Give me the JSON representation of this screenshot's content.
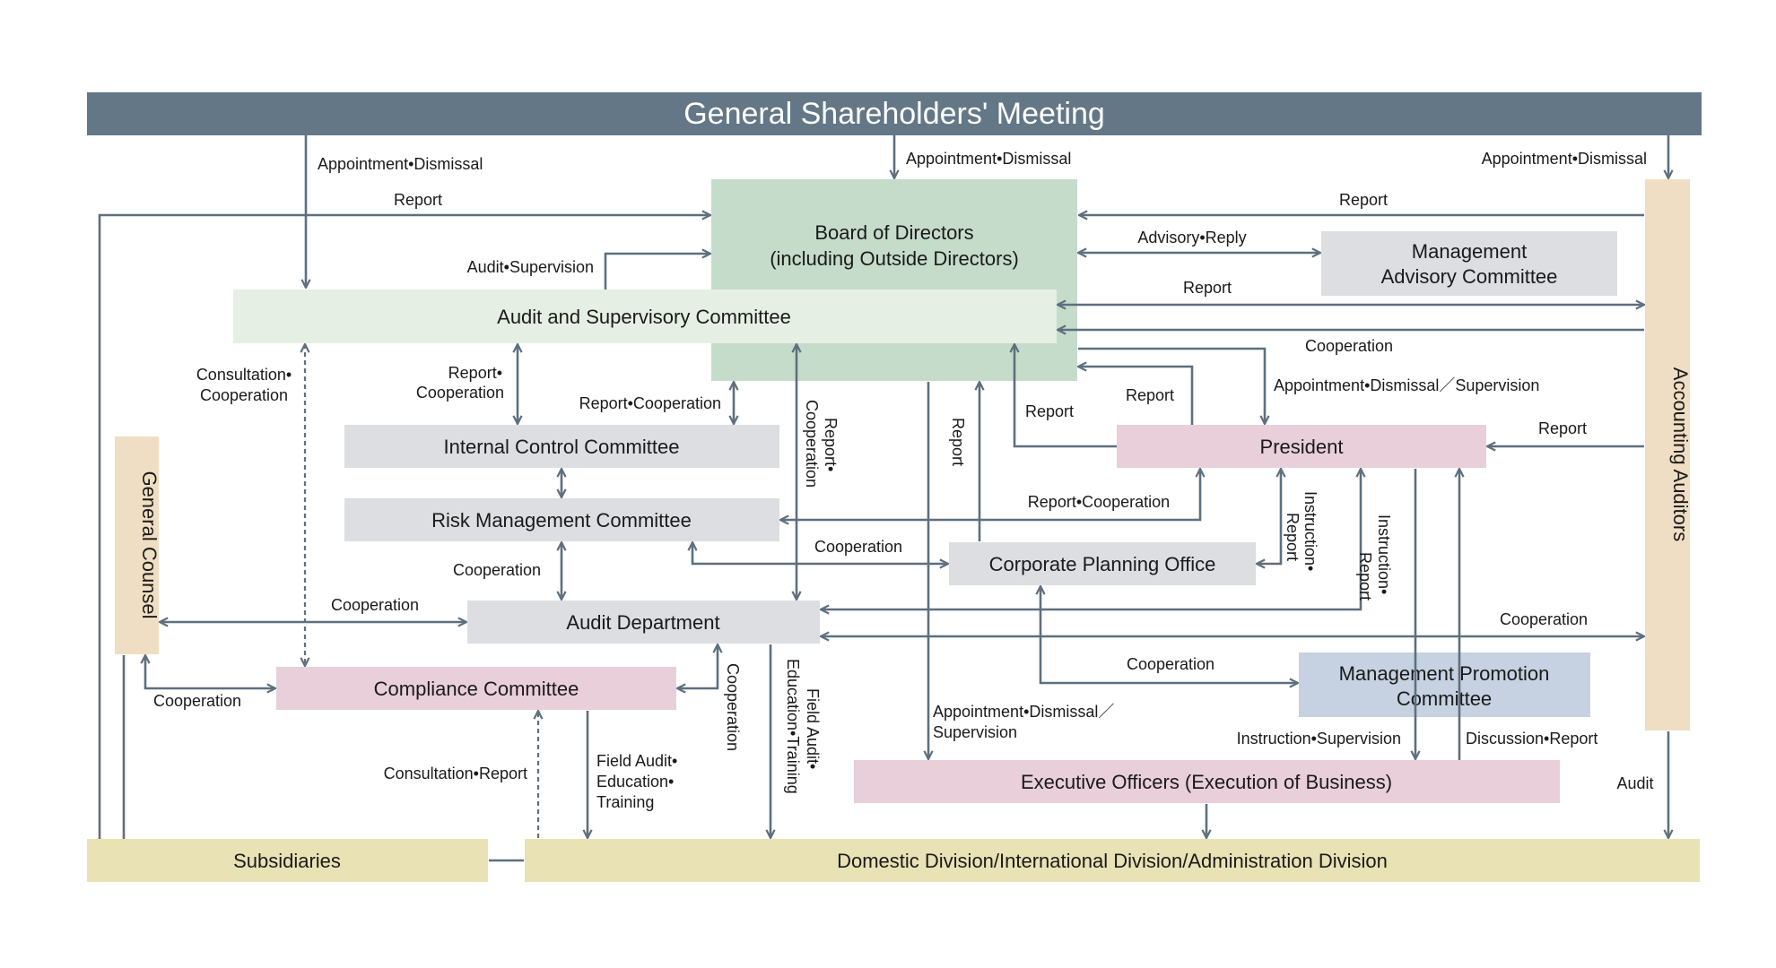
{
  "colors": {
    "header": "#637786",
    "board": "#c5dccb",
    "audit_committee": "#e6efe4",
    "gray_box": "#dcdee1",
    "pink_box": "#e8cfd9",
    "blue_box": "#c6d1e1",
    "tan_box": "#efdec3",
    "olive_box": "#e8e2b4",
    "arrow": "#5e6f7e"
  },
  "boxes": {
    "shareholders": "General Shareholders' Meeting",
    "board_line1": "Board of Directors",
    "board_line2": "(including Outside Directors)",
    "advisory_line1": "Management",
    "advisory_line2": "Advisory Committee",
    "audit_committee": "Audit and Supervisory Committee",
    "internal_control": "Internal Control Committee",
    "risk_management": "Risk Management Committee",
    "president": "President",
    "corporate_planning": "Corporate Planning Office",
    "audit_department": "Audit Department",
    "compliance": "Compliance Committee",
    "mgmt_promotion_line1": "Management Promotion",
    "mgmt_promotion_line2": "Committee",
    "executive_officers": "Executive Officers (Execution of Business)",
    "general_counsel": "General Counsel",
    "accounting_auditors": "Accounting Auditors",
    "subsidiaries": "Subsidiaries",
    "divisions": "Domestic Division/International Division/Administration Division"
  },
  "labels": {
    "appt_left": "Appointment•Dismissal",
    "appt_center": "Appointment•Dismissal",
    "appt_right": "Appointment•Dismissal",
    "report_top_left": "Report",
    "report_top_right": "Report",
    "audit_supervision": "Audit•Supervision",
    "advisory_reply": "Advisory•Reply",
    "report_accounting": "Report",
    "cooperation_accounting": "Cooperation",
    "appt_dismissal_supervision": "Appointment•Dismissal／Supervision",
    "consultation_coop_1": "Consultation•",
    "consultation_coop_2": "Cooperation",
    "report_coop_a1": "Report•",
    "report_coop_a2": "Cooperation",
    "report_coop_b": "Report•Cooperation",
    "report_coop_vertical_1": "Report•",
    "report_coop_vertical_2": "Cooperation",
    "report_vertical": "Report",
    "report_president_left": "Report",
    "report_president_up": "Report",
    "report_accounting_president": "Report",
    "report_coop_risk": "Report•Cooperation",
    "cooperation_risk_audit": "Cooperation",
    "cooperation_risk_cpo": "Cooperation",
    "instruction_report_1a": "Instruction•",
    "instruction_report_1b": "Report",
    "instruction_report_2a": "Instruction•",
    "instruction_report_2b": "Report",
    "cooperation_counsel": "Cooperation",
    "cooperation_audit_accounting": "Cooperation",
    "cooperation_cpo_mpc": "Cooperation",
    "cooperation_compliance_left": "Cooperation",
    "cooperation_vertical": "Cooperation",
    "field_audit_a1": "Field Audit•",
    "field_audit_a2": "Education•",
    "field_audit_a3": "Training",
    "field_audit_b1": "Field Audit•",
    "field_audit_b2": "Education•Training",
    "consultation_report": "Consultation•Report",
    "appt_supervision_exec_1": "Appointment•Dismissal／",
    "appt_supervision_exec_2": "Supervision",
    "instruction_supervision": "Instruction•Supervision",
    "discussion_report": "Discussion•Report",
    "audit": "Audit"
  }
}
